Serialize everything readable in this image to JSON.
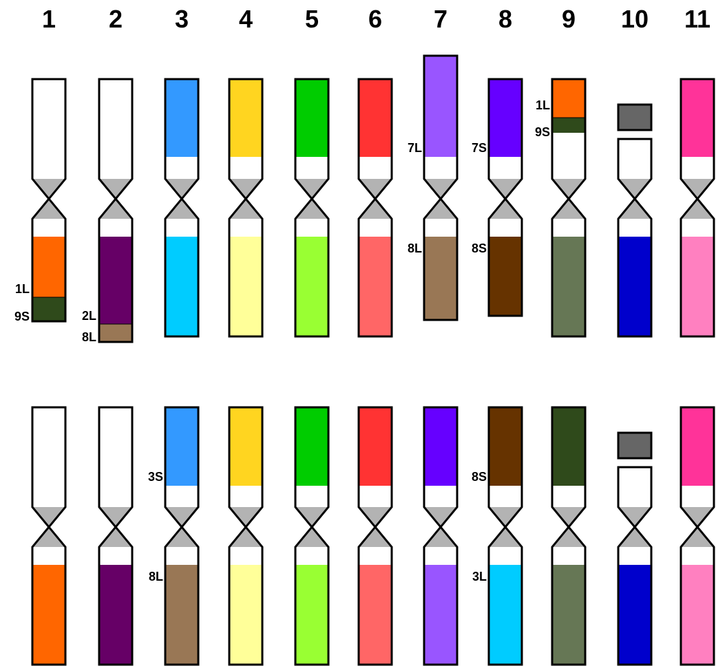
{
  "columns": [
    {
      "number": "1"
    },
    {
      "number": "2"
    },
    {
      "number": "3"
    },
    {
      "number": "4"
    },
    {
      "number": "5"
    },
    {
      "number": "6"
    },
    {
      "number": "7"
    },
    {
      "number": "8"
    },
    {
      "number": "9"
    },
    {
      "number": "10"
    },
    {
      "number": "11"
    }
  ],
  "rows": [
    {
      "chromosomes": [
        {
          "p_color": "#ffffff",
          "q_segments": [
            {
              "label": "1L",
              "color": "#ff6600"
            },
            {
              "label": "9S",
              "color": "#2f4a1b"
            }
          ]
        },
        {
          "p_color": "#ffffff",
          "q_segments": [
            {
              "label": "2L",
              "color": "#660066"
            },
            {
              "label": "8L",
              "color": "#997755"
            }
          ]
        },
        {
          "p_color": "#3399ff",
          "q_segments": [
            {
              "label": "",
              "color": "#00ccff"
            }
          ]
        },
        {
          "p_color": "#ffd520",
          "q_segments": [
            {
              "label": "",
              "color": "#ffff99"
            }
          ]
        },
        {
          "p_color": "#00cc00",
          "q_segments": [
            {
              "label": "",
              "color": "#99ff33"
            }
          ]
        },
        {
          "p_color": "#ff3333",
          "q_segments": [
            {
              "label": "",
              "color": "#ff6666"
            }
          ]
        },
        {
          "p_label": "7L",
          "p_color": "#9955ff",
          "q_segments": [
            {
              "label": "8L",
              "color": "#997755"
            }
          ]
        },
        {
          "p_label": "7S",
          "p_color": "#6600ff",
          "q_segments": [
            {
              "label": "8S",
              "color": "#663300"
            }
          ]
        },
        {
          "p_segments": [
            {
              "label": "1L",
              "color": "#ff6600"
            },
            {
              "label": "9S",
              "color": "#2f4a1b"
            }
          ],
          "q_segments": [
            {
              "label": "",
              "color": "#667755"
            }
          ]
        },
        {
          "satellite_color": "#666666",
          "p_color": "#ffffff",
          "q_segments": [
            {
              "label": "",
              "color": "#0000cc"
            }
          ]
        },
        {
          "p_color": "#ff3399",
          "q_segments": [
            {
              "label": "",
              "color": "#ff80c0"
            }
          ]
        }
      ]
    },
    {
      "chromosomes": [
        {
          "p_color": "#ffffff",
          "q_segments": [
            {
              "label": "",
              "color": "#ff6600"
            }
          ]
        },
        {
          "p_color": "#ffffff",
          "q_segments": [
            {
              "label": "",
              "color": "#660066"
            }
          ]
        },
        {
          "p_label": "3S",
          "p_color": "#3399ff",
          "q_segments": [
            {
              "label": "8L",
              "color": "#997755"
            }
          ]
        },
        {
          "p_color": "#ffd520",
          "q_segments": [
            {
              "label": "",
              "color": "#ffff99"
            }
          ]
        },
        {
          "p_color": "#00cc00",
          "q_segments": [
            {
              "label": "",
              "color": "#99ff33"
            }
          ]
        },
        {
          "p_color": "#ff3333",
          "q_segments": [
            {
              "label": "",
              "color": "#ff6666"
            }
          ]
        },
        {
          "p_color": "#6600ff",
          "q_segments": [
            {
              "label": "",
              "color": "#9955ff"
            }
          ]
        },
        {
          "p_label": "8S",
          "p_color": "#663300",
          "q_segments": [
            {
              "label": "3L",
              "color": "#00ccff"
            }
          ]
        },
        {
          "p_color": "#2f4a1b",
          "q_segments": [
            {
              "label": "",
              "color": "#667755"
            }
          ]
        },
        {
          "satellite_color": "#666666",
          "p_color": "#ffffff",
          "q_segments": [
            {
              "label": "",
              "color": "#0000cc"
            }
          ]
        },
        {
          "p_color": "#ff3399",
          "q_segments": [
            {
              "label": "",
              "color": "#ff80c0"
            }
          ]
        }
      ]
    }
  ]
}
